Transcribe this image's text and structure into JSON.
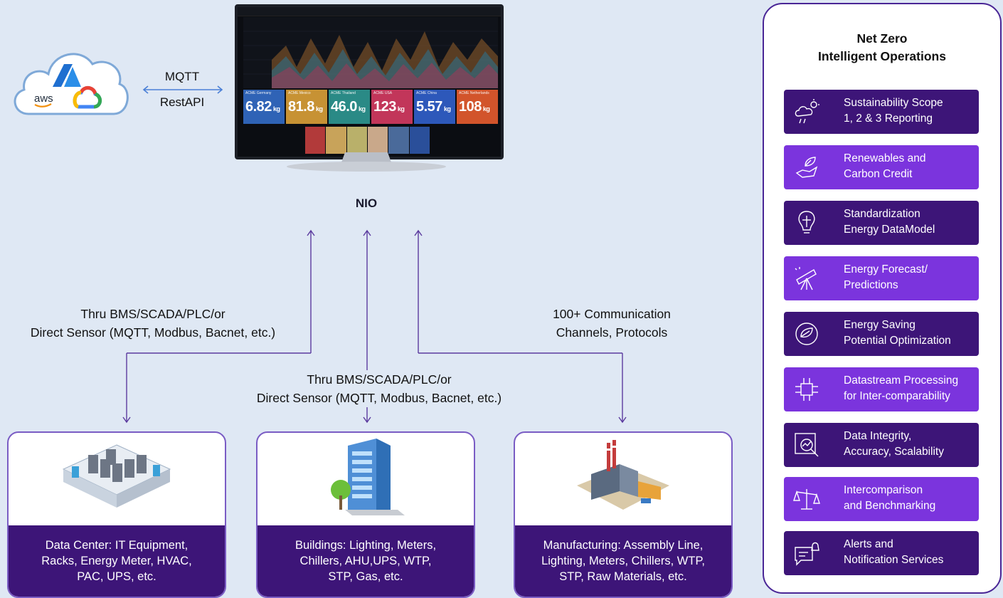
{
  "cloud": {
    "logos": [
      "azure-logo",
      "aws-logo",
      "google-cloud-logo"
    ],
    "aws_text": "aws"
  },
  "protocols": {
    "line1": "MQTT",
    "line2": "RestAPI"
  },
  "monitor": {
    "tiles": [
      {
        "name": "ACME Germany",
        "value": "6.82",
        "unit": "kg",
        "color": "#2f63b6"
      },
      {
        "name": "ACME Mexico",
        "value": "81.8",
        "unit": "kg",
        "color": "#c79234"
      },
      {
        "name": "ACME Thailand",
        "value": "46.0",
        "unit": "kg",
        "color": "#2a8a86"
      },
      {
        "name": "ACME USA",
        "value": "123",
        "unit": "kg",
        "color": "#c2365a"
      },
      {
        "name": "ACME China",
        "value": "5.57",
        "unit": "kg",
        "color": "#2d58ba"
      },
      {
        "name": "ACME Netherlands",
        "value": "108",
        "unit": "kg",
        "color": "#d2542b"
      }
    ]
  },
  "nio_label": "NIO",
  "flows": {
    "left": [
      "Thru BMS/SCADA/PLC/or",
      "Direct Sensor (MQTT, Modbus, Bacnet, etc.)"
    ],
    "center": [
      "Thru BMS/SCADA/PLC/or",
      "Direct Sensor (MQTT, Modbus, Bacnet, etc.)"
    ],
    "right": [
      "100+ Communication",
      "Channels, Protocols"
    ]
  },
  "cards": [
    {
      "icon": "data-center-illustration",
      "lines": [
        "Data Center: IT Equipment,",
        "Racks, Energy Meter, HVAC,",
        "PAC, UPS, etc."
      ]
    },
    {
      "icon": "office-building-illustration",
      "lines": [
        "Buildings: Lighting, Meters,",
        "Chillers, AHU,UPS, WTP,",
        "STP, Gas, etc."
      ]
    },
    {
      "icon": "factory-illustration",
      "lines": [
        "Manufacturing: Assembly Line,",
        "Lighting, Meters, Chillers, WTP,",
        "STP, Raw Materials, etc."
      ]
    }
  ],
  "panel": {
    "title": [
      "Net Zero",
      "Intelligent Operations"
    ],
    "features": [
      {
        "icon": "cloud-sun-icon",
        "lines": [
          "Sustainability Scope",
          "1, 2 & 3 Reporting"
        ],
        "style": "dark"
      },
      {
        "icon": "hand-leaf-icon",
        "lines": [
          "Renewables and",
          "Carbon Credit"
        ],
        "style": "bright"
      },
      {
        "icon": "bulb-circuit-icon",
        "lines": [
          "Standardization",
          "Energy DataModel"
        ],
        "style": "dark"
      },
      {
        "icon": "telescope-icon",
        "lines": [
          "Energy Forecast/",
          "Predictions"
        ],
        "style": "bright"
      },
      {
        "icon": "eco-globe-icon",
        "lines": [
          "Energy Saving",
          "Potential Optimization"
        ],
        "style": "dark"
      },
      {
        "icon": "processor-icon",
        "lines": [
          "Datastream Processing",
          "for Inter-comparability"
        ],
        "style": "bright"
      },
      {
        "icon": "analytics-magnifier-icon",
        "lines": [
          "Data Integrity,",
          "Accuracy, Scalability"
        ],
        "style": "dark"
      },
      {
        "icon": "balance-scale-icon",
        "lines": [
          "Intercomparison",
          "and Benchmarking"
        ],
        "style": "bright"
      },
      {
        "icon": "chat-bell-icon",
        "lines": [
          "Alerts and",
          "Notification Services"
        ],
        "style": "dark"
      }
    ]
  },
  "colors": {
    "accent_dark": "#3d1578",
    "accent_bright": "#7b34dd",
    "background": "#dfe8f4"
  }
}
